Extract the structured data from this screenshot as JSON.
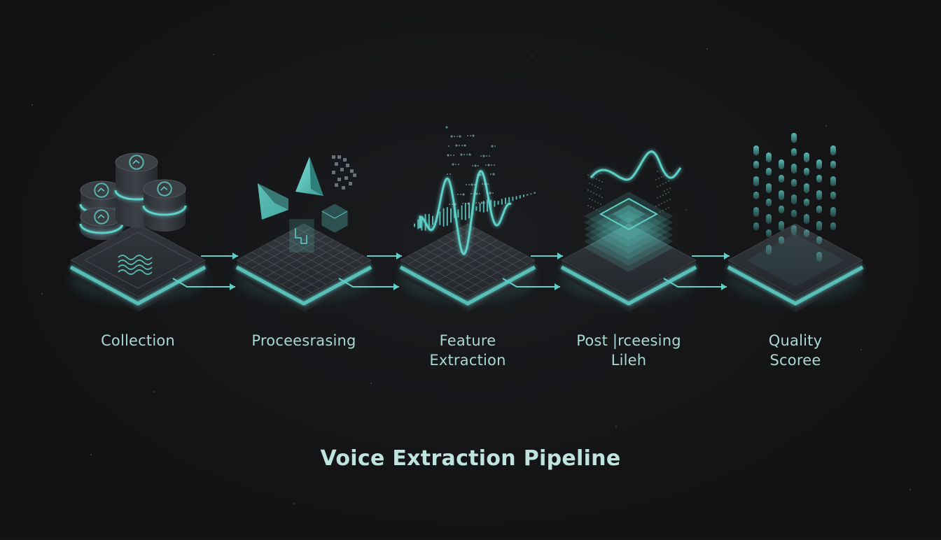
{
  "title": "Voice Extraction Pipeline",
  "colors": {
    "background": "#141416",
    "accent": "#5fd0c8",
    "accent_glow": "#7ee6dc",
    "platform": "#2a2d31",
    "label_text": "#a9d8d2"
  },
  "stages": [
    {
      "id": "collection",
      "label_lines": [
        "Collection"
      ],
      "icon": "database-stack-icon"
    },
    {
      "id": "processing",
      "label_lines": [
        "Proceesrasing"
      ],
      "icon": "geometric-shapes-icon"
    },
    {
      "id": "feature-extraction",
      "label_lines": [
        "Feature",
        "Extraction"
      ],
      "icon": "waveform-icon"
    },
    {
      "id": "post-processing",
      "label_lines": [
        "Post |rceesing",
        "Lileh"
      ],
      "icon": "chip-layers-icon"
    },
    {
      "id": "quality-score",
      "label_lines": [
        "Quality",
        "Scoree"
      ],
      "icon": "bar-columns-icon"
    }
  ]
}
